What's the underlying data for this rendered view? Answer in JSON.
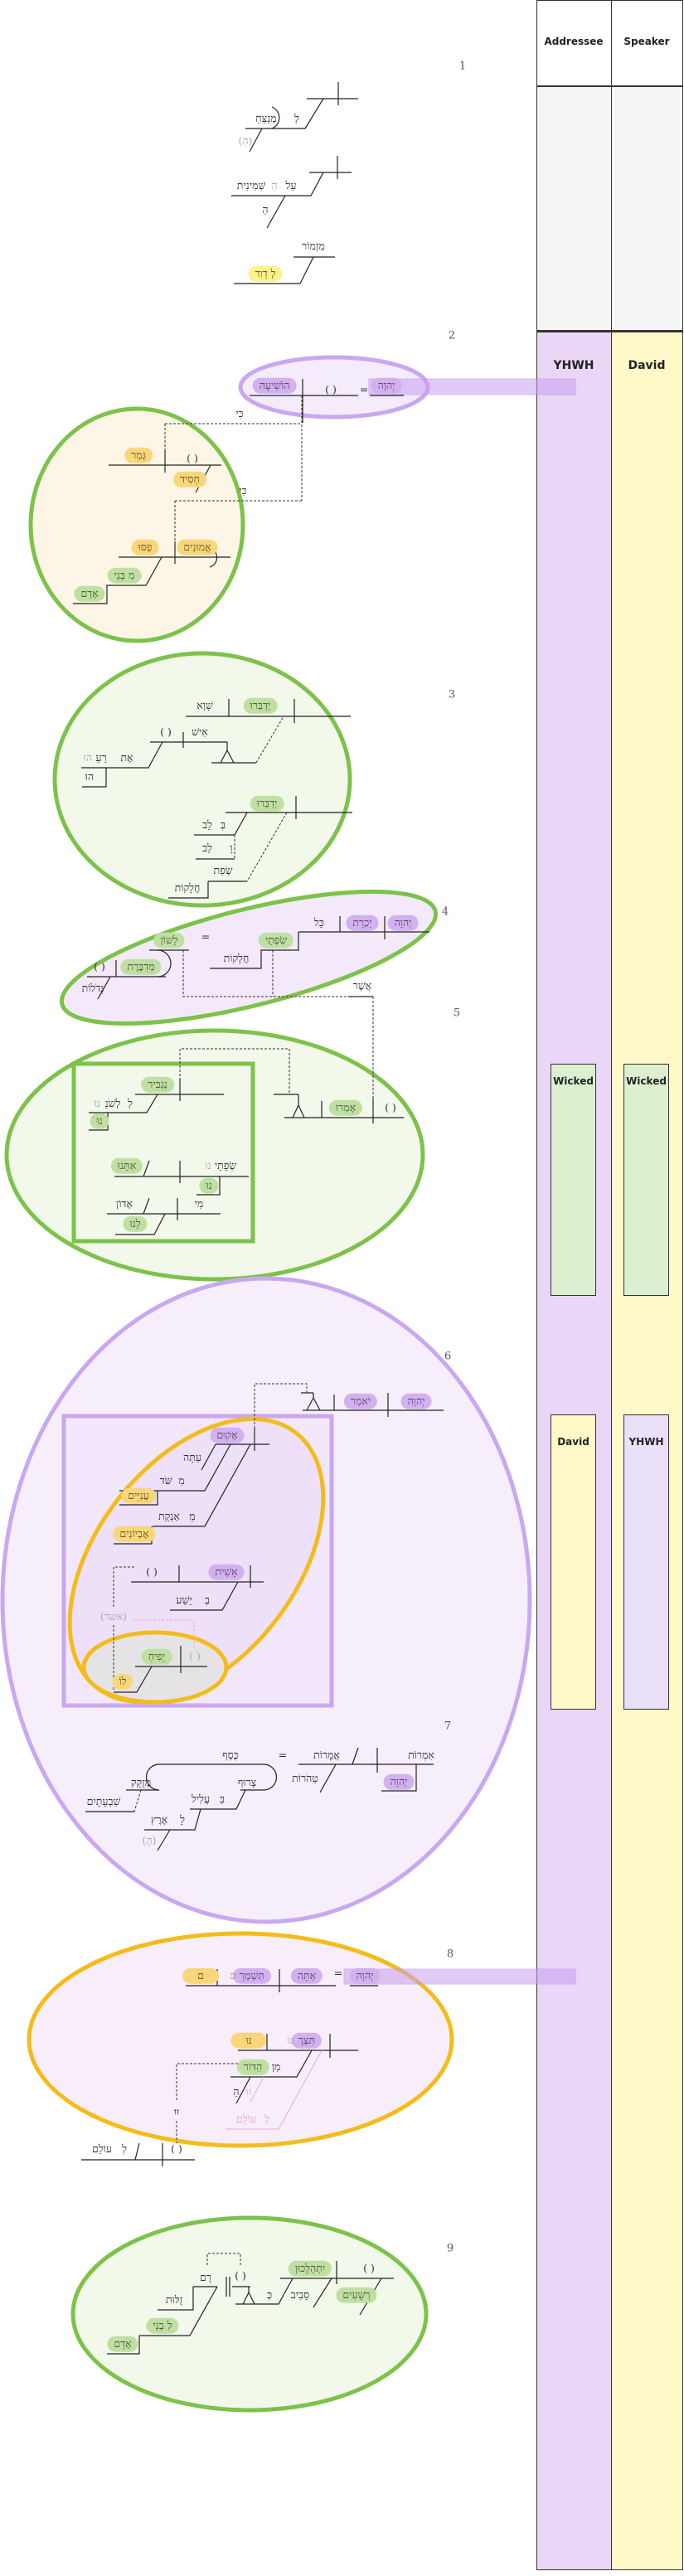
{
  "columns": {
    "addressee": "Addressee",
    "speaker": "Speaker"
  },
  "lanes": {
    "v2_addressee": "YHWH",
    "v2_speaker": "David",
    "v5_addressee": "Wicked",
    "v5_speaker": "Wicked",
    "v6_addressee": "David",
    "v6_speaker": "YHWH"
  },
  "colors": {
    "yhwh": "#d3b0ef",
    "david": "#f8d77c",
    "wicked": "#bfe0a2",
    "addressee_lane": "#ead6f7",
    "speaker_lane": "#fff9c9",
    "green_outline": "#7dc24b",
    "purple_outline": "#c9a8f0",
    "yellow_outline": "#f3bc1c"
  },
  "verse_numbers": [
    "1",
    "2",
    "3",
    "4",
    "5",
    "6",
    "7",
    "8",
    "9"
  ],
  "v1": [
    "לְ",
    "מְנַצֵּחַ",
    "(הַ)",
    "עַל",
    "הַ",
    "שְּׁמִינִית",
    "הַ",
    "מִזְמוֹר",
    "לְ דָוִד"
  ],
  "v2": [
    "הוֹשִׁיעָה",
    "( )",
    "=",
    "יְהוָה",
    "כִּי",
    "גָּמַר",
    "( )",
    "חָסִיד",
    "כִּי",
    "פַסּוּ",
    "אֱמוּנִים",
    "מִ בְּנֵי",
    "אָדָם"
  ],
  "v3": [
    "שָׁוְא",
    "יְדַבְּרוּ",
    "אִישׁ",
    "( )",
    "אֶת",
    "רֵעֵ",
    "הוּ",
    "הוּ",
    "יְדַבֵּרוּ",
    "בְּ",
    "לֵב",
    "וָ",
    "לֵב",
    "שְׂפַת",
    "חֲלָקוֹת"
  ],
  "v4": [
    "יְהוָה",
    "יַכְרֵת",
    "כָּל",
    "שִׂפְתֵי",
    "חֲלָקוֹת",
    "=",
    "לָשׁוֹן",
    "מְדַבֶּרֶת",
    "( )",
    "גְּדֹלוֹת",
    "אֲשֶׁר"
  ],
  "v5": [
    "( )",
    "אָמְרוּ",
    "נַגְבִּיר",
    "לְ",
    "לְשֹׁנֵ",
    "נוּ",
    "נוּ",
    "אִתָּנוּ",
    "שְׂפָתֵי",
    "נוּ",
    "נוּ",
    "אָדוֹן",
    "מִי",
    "לָנוּ"
  ],
  "v6": [
    "יְהוָה",
    "יֹאמַר",
    "אָקוּם",
    "עַתָּה",
    "מִ",
    "שֹּׁד",
    "עֲנִיִּים",
    "מֵ",
    "אַנְקַת",
    "אֶבְיוֹנִים",
    "אָשִׁית",
    "( )",
    "בְ",
    "יֵשַׁע",
    "(אשר)",
    "יָפִיחַ",
    "( )",
    "לוֹ"
  ],
  "v7": [
    "אִמְרוֹת",
    "אֲמָרוֹת",
    "יְהוָה",
    "טְהֹרוֹת",
    "=",
    "כֶּסֶף",
    "צָרוּף",
    "מְזֻקָּק",
    "שִׁבְעָתָיִם",
    "בַּ",
    "עֲלִיל",
    "לָ",
    "אָרֶץ",
    "(הָ)"
  ],
  "v8": [
    "יְהוָה",
    "=",
    "אַתָּה",
    "תִּשְׁמְרֵ",
    "ם",
    "ם",
    "תִּצְּרֶ",
    "נּוּ",
    "נּוּ",
    "מִן",
    "הַדּוֹר",
    "זוּ",
    "הַ",
    "לְ",
    "עוֹלָם",
    "זו",
    "( )",
    "לְ",
    "עוֹלָם"
  ],
  "v9": [
    "( )",
    "יִתְהַלָּכוּן",
    "רְשָׁעִים",
    "סָבִיב",
    "כְּ",
    "( )",
    "רֻם",
    "זֻלּוּת",
    "לִ בְנֵי",
    "אָדָם"
  ]
}
